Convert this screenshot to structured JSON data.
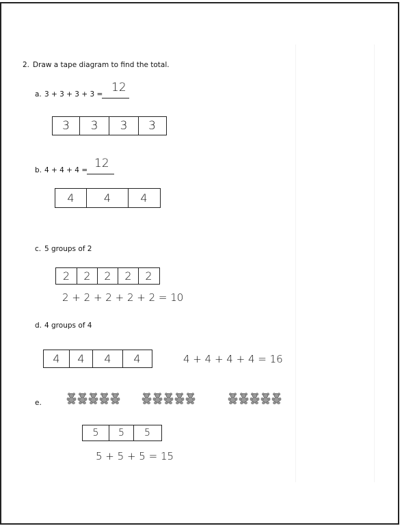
{
  "problem": {
    "number": "2.",
    "instruction": "Draw a tape diagram to find the total."
  },
  "part_a": {
    "letter": "a.",
    "expression": "3 + 3 + 3 + 3 =",
    "answer": "12",
    "tape": [
      "3",
      "3",
      "3",
      "3"
    ]
  },
  "part_b": {
    "letter": "b.",
    "expression": "4 + 4 + 4 =",
    "answer": "12",
    "tape": [
      "4",
      "4",
      "4"
    ]
  },
  "part_c": {
    "letter": "c.",
    "prompt": "5 groups of 2",
    "tape": [
      "2",
      "2",
      "2",
      "2",
      "2"
    ],
    "equation": "2 + 2 + 2 + 2 + 2 = 10"
  },
  "part_d": {
    "letter": "d.",
    "prompt": "4 groups of 4",
    "tape": [
      "4",
      "4",
      "4",
      "4"
    ],
    "equation": "4 + 4 + 4 + 4 = 16"
  },
  "part_e": {
    "letter": "e.",
    "bear_groups": 3,
    "bears_per_group": 5,
    "tape": [
      "5",
      "5",
      "5"
    ],
    "equation": "5 + 5 + 5 = 15"
  }
}
